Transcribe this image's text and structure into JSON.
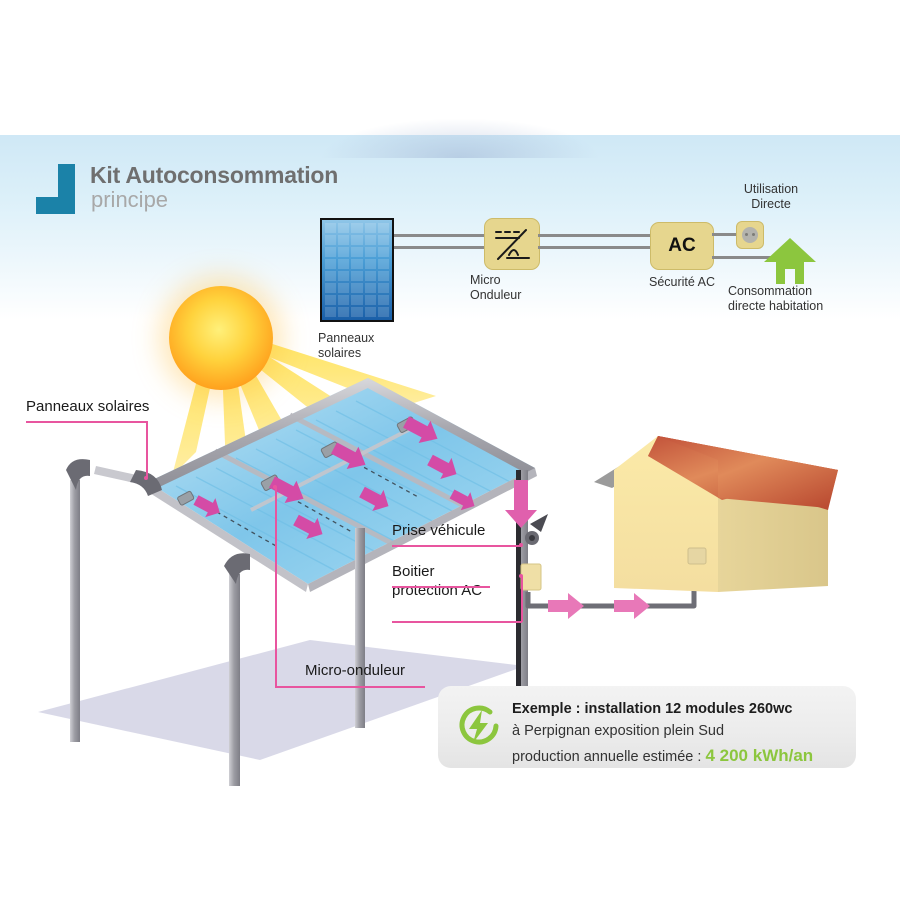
{
  "title": {
    "main": "Kit Autoconsommation",
    "sub": "principe",
    "logo_icon": "corner-bracket-logo",
    "accent_color": "#1b82a8"
  },
  "schematic": {
    "panel": {
      "label": "Panneaux\nsolaires",
      "label_line1": "Panneaux",
      "label_line2": "solaires",
      "icon": "solar-panel-module-icon"
    },
    "inverter": {
      "label_line1": "Micro",
      "label_line2": "Onduleur",
      "icon": "dc-ac-inverter-icon"
    },
    "ac_box": {
      "value": "AC",
      "label": "Sécurité AC",
      "icon": "ac-safety-box-icon"
    },
    "socket": {
      "label_line1": "Utilisation",
      "label_line2": "Directe",
      "icon": "power-socket-icon"
    },
    "consumption": {
      "label_line1": "Consommation",
      "label_line2": "directe habitation",
      "icon": "green-house-icon",
      "color": "#8cc63e"
    }
  },
  "callouts": {
    "panneaux_solaires": "Panneaux solaires",
    "prise_vehicule": "Prise véhicule",
    "boitier_line1": "Boitier",
    "boitier_line2": "protection AC",
    "micro_onduleur": "Micro-onduleur",
    "line_color": "#e8559f"
  },
  "example": {
    "icon": "green-energy-circle-bolt-icon",
    "line1": "Exemple : installation 12 modules 260wc",
    "line2": "à Perpignan exposition plein Sud",
    "line3_prefix": "production annuelle estimée : ",
    "line3_value": "4 200 kWh/an",
    "highlight_color": "#8cc63e"
  },
  "scene": {
    "sun_icon": "sun-icon",
    "carport_icon": "solar-carport-icon",
    "house_icon": "house-icon",
    "flow_arrow_icon": "flow-arrow-icon",
    "car_plug_icon": "ev-charging-plug-icon",
    "ac_protection_box_icon": "ac-protection-box-icon"
  }
}
